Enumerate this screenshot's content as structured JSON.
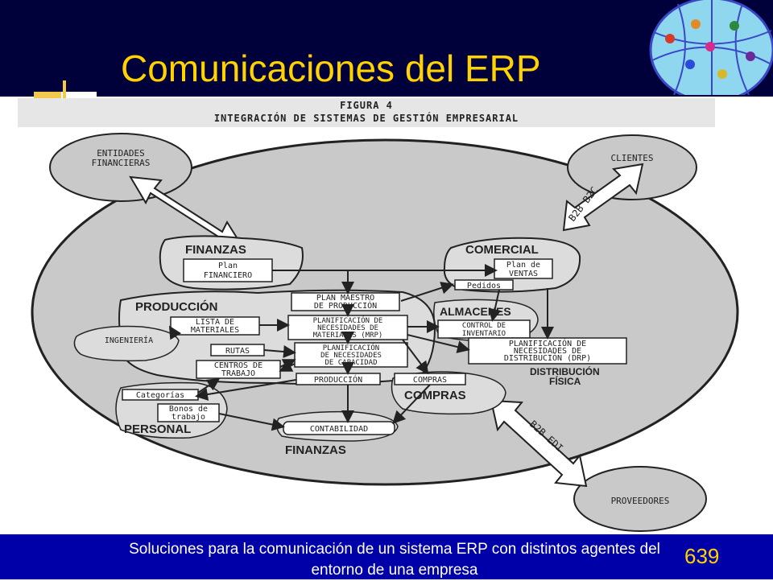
{
  "slide": {
    "title": "Comunicaciones del ERP",
    "caption": "Soluciones para la comunicación de un sistema ERP con distintos agentes del entorno de una empresa",
    "page_number": "639"
  },
  "figure": {
    "number": "FIGURA 4",
    "title": "INTEGRACIÓN DE SISTEMAS DE GESTIÓN EMPRESARIAL"
  },
  "external": {
    "financial_line1": "ENTIDADES",
    "financial_line2": "FINANCIERAS",
    "clients": "CLIENTES",
    "suppliers": "PROVEEDORES",
    "b2b_b2c": "B2B B2C",
    "b2b_edi": "B2B EDI"
  },
  "areas": {
    "finanzas_top": "FINANZAS",
    "plan_financiero_l1": "Plan",
    "plan_financiero_l2": "FINANCIERO",
    "comercial": "COMERCIAL",
    "plan_ventas_l1": "Plan de",
    "plan_ventas_l2": "VENTAS",
    "pedidos": "Pedidos",
    "produccion": "PRODUCCIÓN",
    "almacenes": "ALMACENES",
    "compras": "COMPRAS",
    "personal": "PERSONAL",
    "finanzas_bottom": "FINANZAS",
    "distribucion_l1": "DISTRIBUCIÓN",
    "distribucion_l2": "FÍSICA"
  },
  "boxes": {
    "plan_maestro_l1": "PLAN MAESTRO",
    "plan_maestro_l2": "DE PRODUCCIÓN",
    "lista_materiales_l1": "LISTA DE",
    "lista_materiales_l2": "MATERIALES",
    "planif_materiales_l1": "PLANIFICACIÓN DE",
    "planif_materiales_l2": "NECESIDADES DE",
    "planif_materiales_l3": "MATERIALES (MRP)",
    "control_inventario_l1": "CONTROL DE",
    "control_inventario_l2": "INVENTARIO",
    "ingenieria": "INGENIERÍA",
    "rutas": "RUTAS",
    "planif_capacidad_l1": "PLANIFICACIÓN",
    "planif_capacidad_l2": "DE NECESIDADES",
    "planif_capacidad_l3": "DE CAPACIDAD",
    "drp_l1": "PLANIFICACIÓN DE",
    "drp_l2": "NECESIDADES DE",
    "drp_l3": "DISTRIBUCIÓN (DRP)",
    "centros_l1": "CENTROS DE",
    "centros_l2": "TRABAJO",
    "produccion_box": "PRODUCCIÓN",
    "compras_box": "COMPRAS",
    "categorias": "Categorías",
    "bonos_l1": "Bonos de",
    "bonos_l2": "trabajo",
    "contabilidad": "CONTABILIDAD"
  },
  "colors": {
    "header_bg": "#00003a",
    "title": "#ffd200",
    "footer_bg": "#0000a8",
    "diagram_fill": "#c9c9c9",
    "area_fill": "#dcdcdc",
    "ink": "#222222"
  }
}
